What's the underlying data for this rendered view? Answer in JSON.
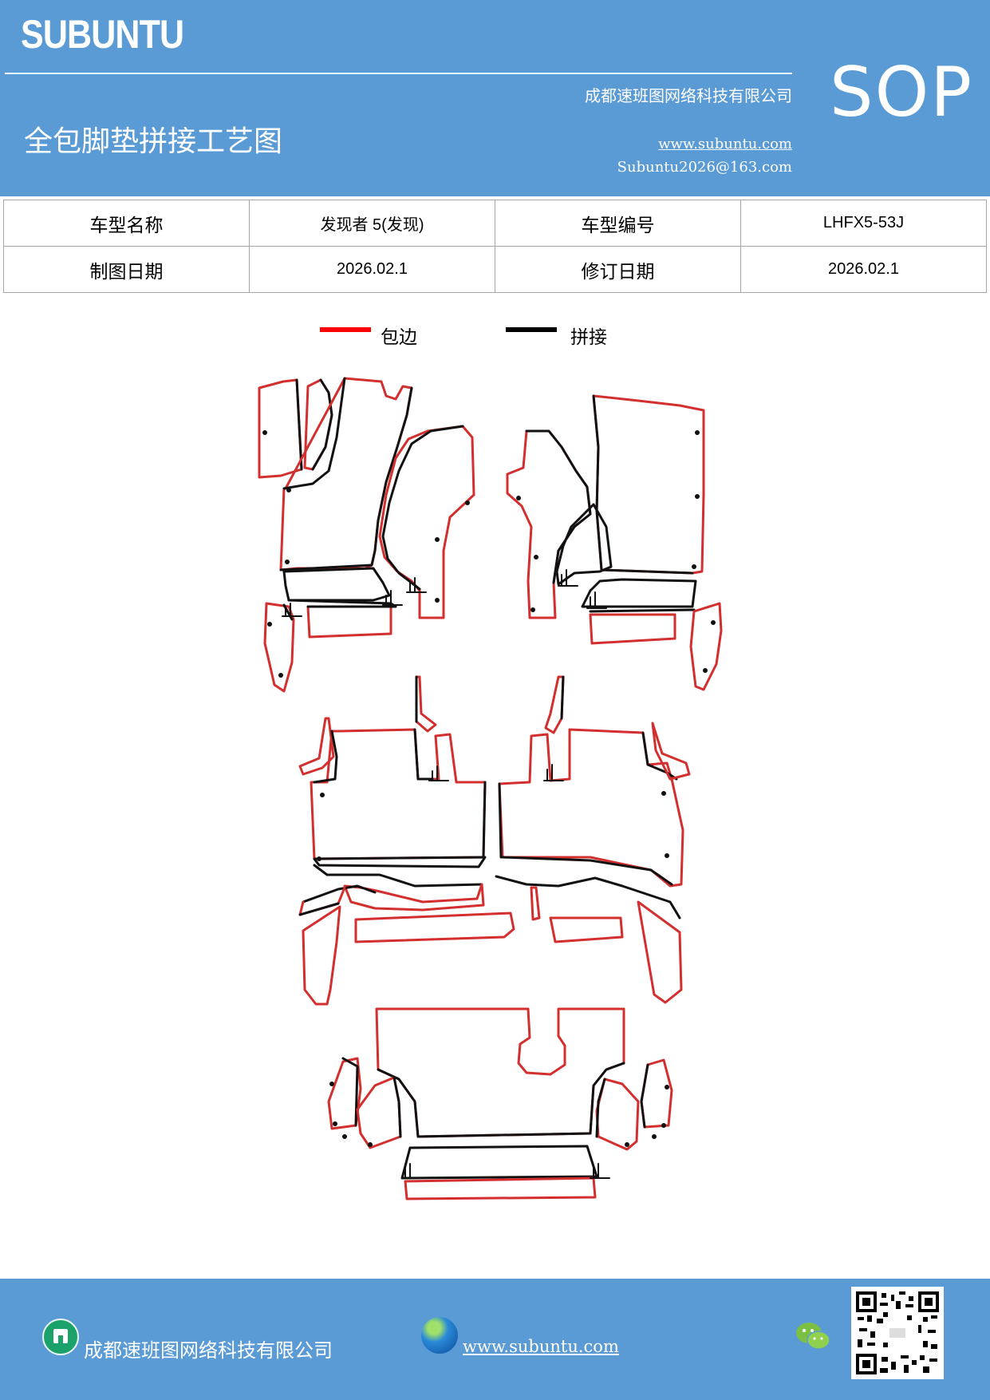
{
  "header": {
    "brand": "SUBUNTU",
    "badge": "SOP",
    "company": "成都速班图网络科技有限公司",
    "title": "全包脚垫拼接工艺图",
    "website": "www.subuntu.com",
    "email": "Subuntu2026@163.com"
  },
  "info": {
    "row1": {
      "label_a": "车型名称",
      "value_a": "发现者 5(发现)",
      "label_b": "车型编号",
      "value_b": "LHFX5-53J"
    },
    "row2": {
      "label_a": "制图日期",
      "value_a": "2026.02.1",
      "label_b": "修订日期",
      "value_b": "2026.02.1"
    }
  },
  "legend": {
    "items": [
      {
        "label": "包边",
        "color": "#ff0000"
      },
      {
        "label": "拼接",
        "color": "#000000"
      }
    ]
  },
  "diagram": {
    "edge_color": "#d32f2f",
    "seam_color": "#111111"
  },
  "footer": {
    "company": "成都速班图网络科技有限公司",
    "website": "www.subuntu.com",
    "icons": [
      "building-icon",
      "globe-icon",
      "wechat-icon",
      "qr-code"
    ]
  },
  "colors": {
    "header_bg": "#5b9bd5",
    "footer_bg": "#5b9bd5"
  }
}
